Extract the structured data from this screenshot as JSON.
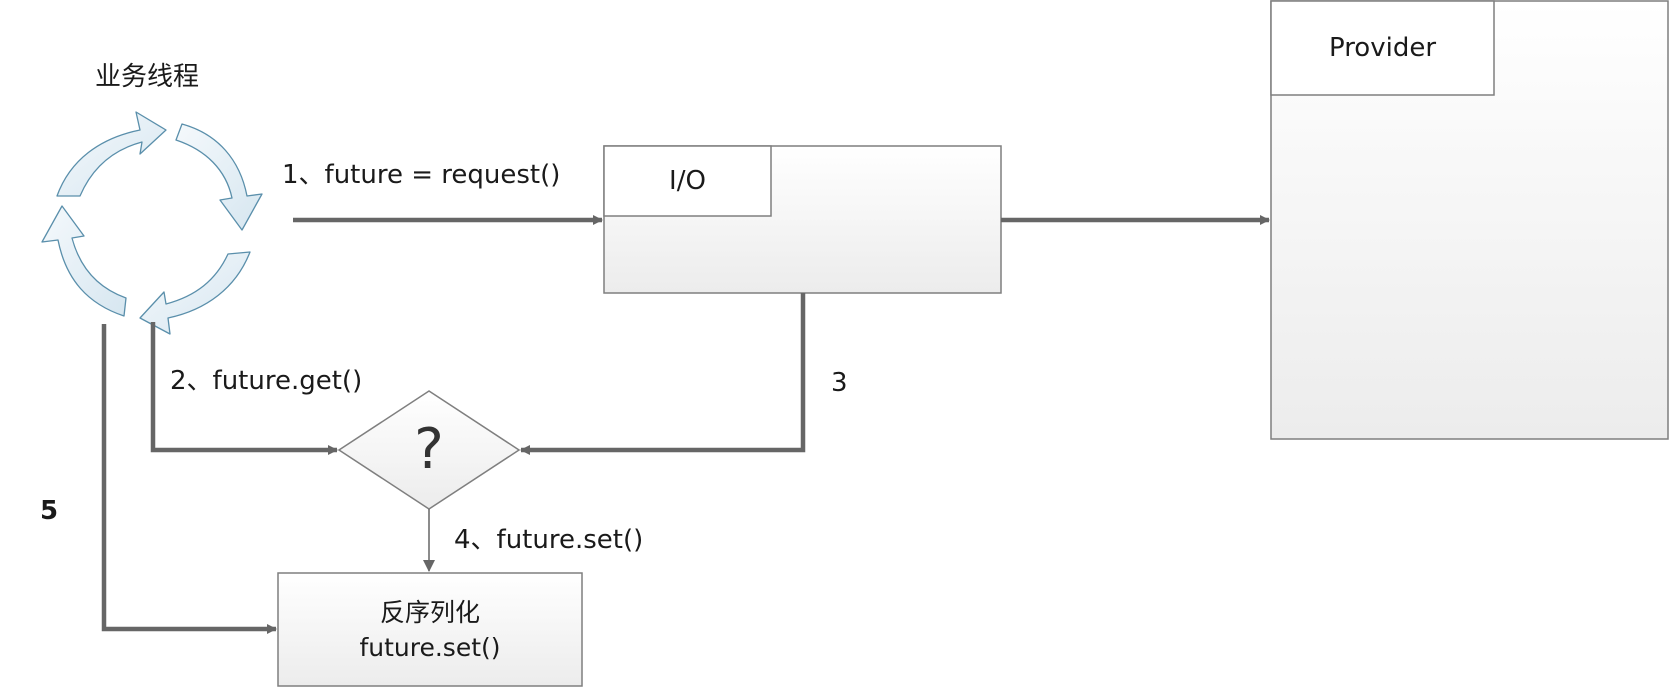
{
  "thread": {
    "title": "业务线程"
  },
  "io": {
    "title": "I/O"
  },
  "provider": {
    "title": "Provider"
  },
  "decision": {
    "symbol": "?"
  },
  "deserialize": {
    "line1": "反序列化",
    "line2": "future.set()"
  },
  "edges": {
    "step1": "1、future = request()",
    "step2": "2、future.get()",
    "step3": "3",
    "step4": "4、future.set()",
    "step5": "5"
  },
  "colors": {
    "line": "#666666",
    "border": "#7f7f7f",
    "arrow_fill": "#e3eef5",
    "arrow_stroke": "#5a8fab"
  }
}
